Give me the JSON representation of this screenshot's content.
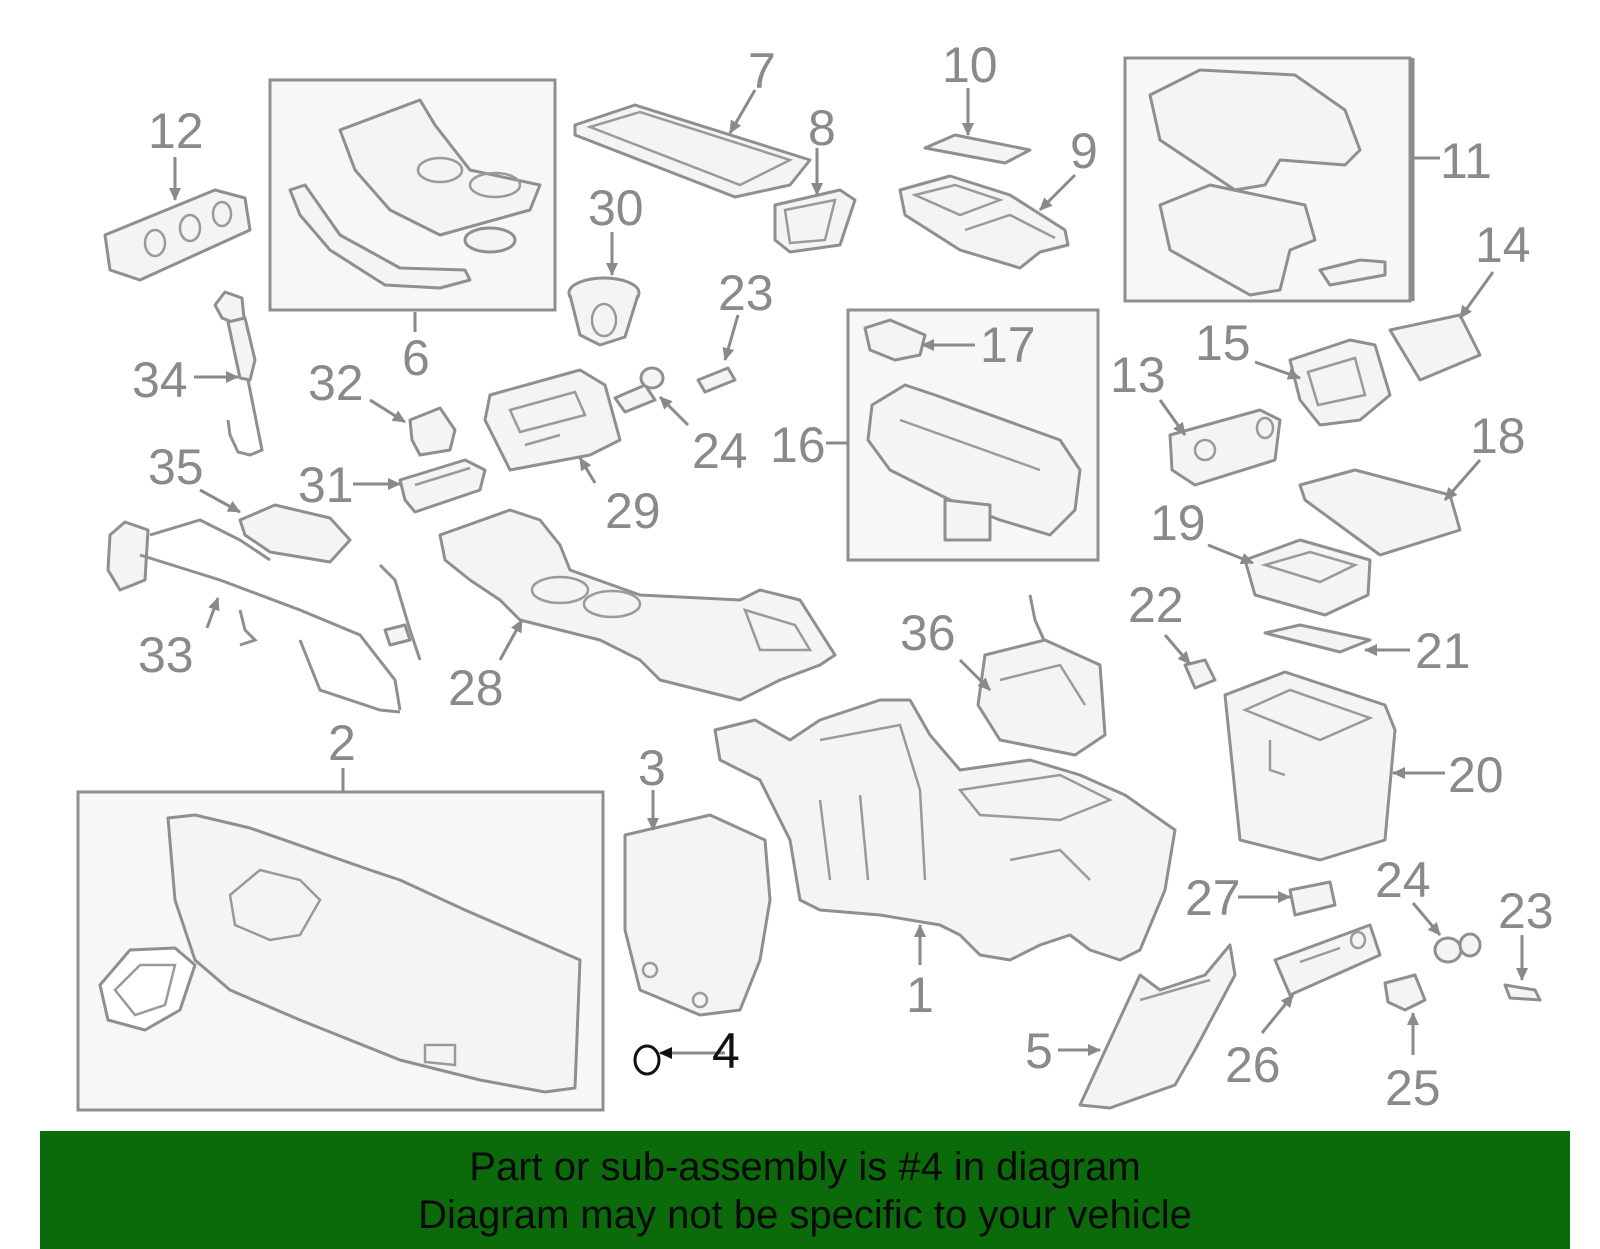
{
  "callouts": {
    "c1": "1",
    "c2": "2",
    "c3": "3",
    "c4": "4",
    "c5": "5",
    "c6": "6",
    "c7": "7",
    "c8": "8",
    "c9": "9",
    "c10": "10",
    "c11": "11",
    "c12": "12",
    "c13": "13",
    "c14": "14",
    "c15": "15",
    "c16": "16",
    "c17": "17",
    "c18": "18",
    "c19": "19",
    "c20": "20",
    "c21": "21",
    "c22": "22",
    "c23a": "23",
    "c23b": "23",
    "c24a": "24",
    "c24b": "24",
    "c25": "25",
    "c26": "26",
    "c27": "27",
    "c28": "28",
    "c29": "29",
    "c30": "30",
    "c31": "31",
    "c32": "32",
    "c33": "33",
    "c34": "34",
    "c35": "35",
    "c36": "36"
  },
  "banner": {
    "line1": "Part or sub-assembly is #4 in diagram",
    "line2": "Diagram may not be specific to your vehicle",
    "background": "#0b6b0b"
  }
}
